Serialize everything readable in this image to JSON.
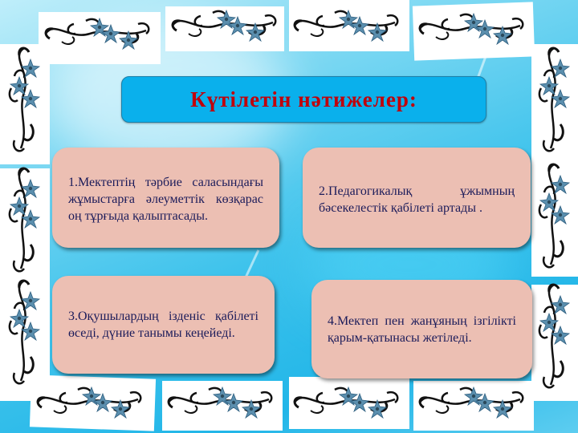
{
  "slide": {
    "title": "Күтілетін нәтижелер:",
    "colors": {
      "background": "#3fc3ec",
      "title_box": "#0ab0ec",
      "title_text": "#c0000b",
      "card_fill": "#ecbfb3",
      "card_text": "#1b1b5a",
      "ornament_flower": "#5b8fae",
      "ornament_swirl": "#111111"
    },
    "cards": [
      {
        "text": "1.Мектептің тәрбие саласындағы жұмыстарға әлеуметтік көзқарас оң тұрғыда қалыптасады."
      },
      {
        "text": "2.Педагогикалық ұжымның бәсекелестік қабілеті артады ."
      },
      {
        "text": "3.Оқушылардың ізденіс қабілеті өседі, дүние танымы кеңейеді."
      },
      {
        "text": "4.Мектеп пен жанұяның ізгілікті қарым-қатынасы жетіледі."
      }
    ],
    "decorations": {
      "border_motif": "flower-swirl-ornament"
    }
  }
}
